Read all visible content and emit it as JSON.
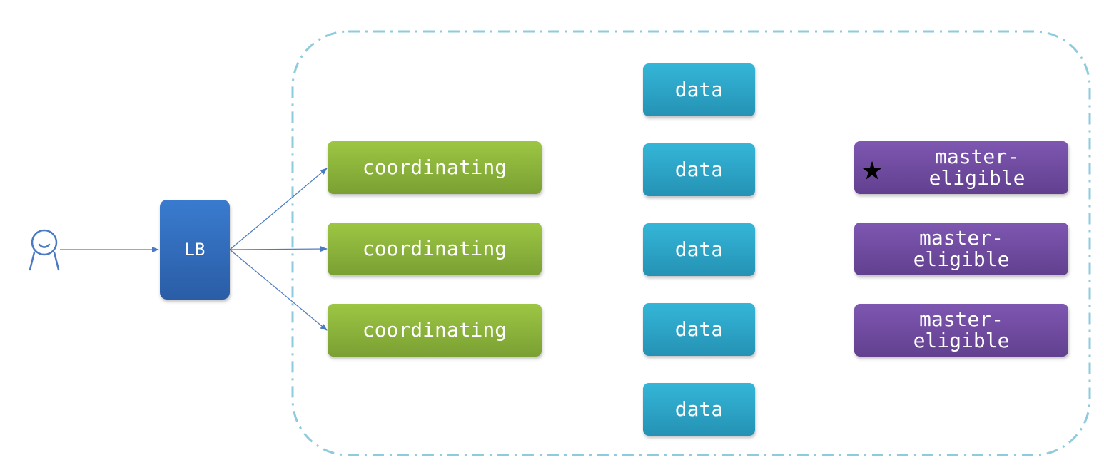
{
  "lb": {
    "label": "LB"
  },
  "coordinating": [
    {
      "label": "coordinating"
    },
    {
      "label": "coordinating"
    },
    {
      "label": "coordinating"
    }
  ],
  "data_nodes": [
    {
      "label": "data"
    },
    {
      "label": "data"
    },
    {
      "label": "data"
    },
    {
      "label": "data"
    },
    {
      "label": "data"
    }
  ],
  "master_eligible": [
    {
      "label": "master-\neligible",
      "elected": true
    },
    {
      "label": "master-\neligible",
      "elected": false
    },
    {
      "label": "master-\neligible",
      "elected": false
    }
  ],
  "icons": {
    "user": "user-icon",
    "elected_master": "star-icon"
  },
  "colors": {
    "lb": "#2f6bbd",
    "coordinating": "#8bb43b",
    "data": "#2ea5c8",
    "master": "#6f4ba0",
    "cluster_border": "#8ecbdc",
    "arrow": "#4a7ac2"
  }
}
